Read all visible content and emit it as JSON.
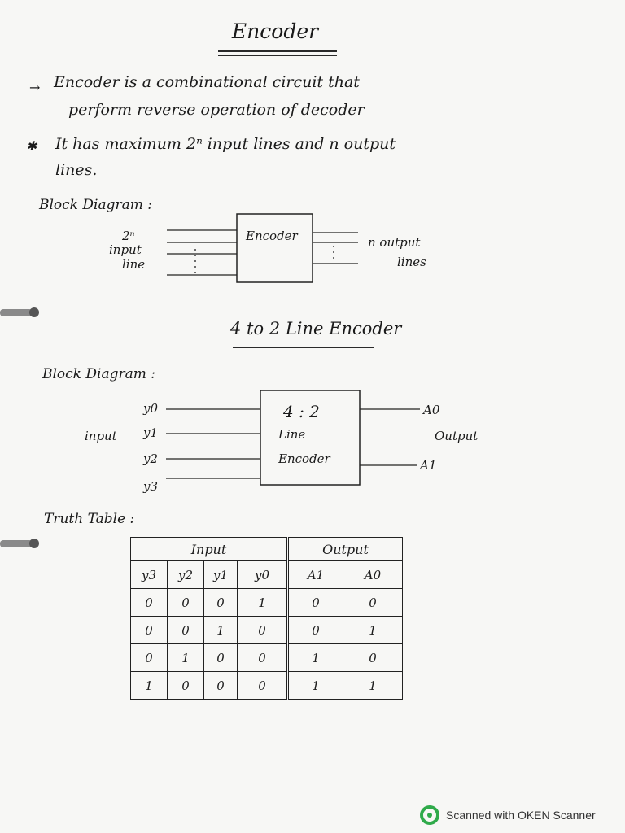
{
  "title": "Encoder",
  "bullets": [
    {
      "marker": "→",
      "lines": [
        "Encoder is a combinational circuit that",
        "perform reverse operation of decoder"
      ]
    },
    {
      "marker": "✱",
      "lines": [
        "It has maximum 2ⁿ input lines and n output",
        "lines."
      ]
    }
  ],
  "block1": {
    "heading": "Block Diagram :",
    "box_label": "Encoder",
    "input_label": [
      "2ⁿ",
      "input",
      "line"
    ],
    "output_label": [
      "n output",
      "lines"
    ]
  },
  "section2": {
    "heading": "4 to 2 Line Encoder",
    "block_heading": "Block Diagram :",
    "box_label": [
      "4 : 2",
      "Line",
      "Encoder"
    ],
    "input_side_label": "input",
    "output_side_label": "Output",
    "inputs": [
      "y0",
      "y1",
      "y2",
      "y3"
    ],
    "outputs": [
      "A0",
      "A1"
    ]
  },
  "truth_table": {
    "heading": "Truth Table :",
    "group_headers": [
      "Input",
      "Output"
    ],
    "columns": [
      "y3",
      "y2",
      "y1",
      "y0",
      "A1",
      "A0"
    ],
    "rows": [
      [
        "0",
        "0",
        "0",
        "1",
        "0",
        "0"
      ],
      [
        "0",
        "0",
        "1",
        "0",
        "0",
        "1"
      ],
      [
        "0",
        "1",
        "0",
        "0",
        "1",
        "0"
      ],
      [
        "1",
        "0",
        "0",
        "0",
        "1",
        "1"
      ]
    ]
  },
  "footer": {
    "scanner_text": "Scanned with OKEN Scanner",
    "accent": "#2faa4a"
  }
}
